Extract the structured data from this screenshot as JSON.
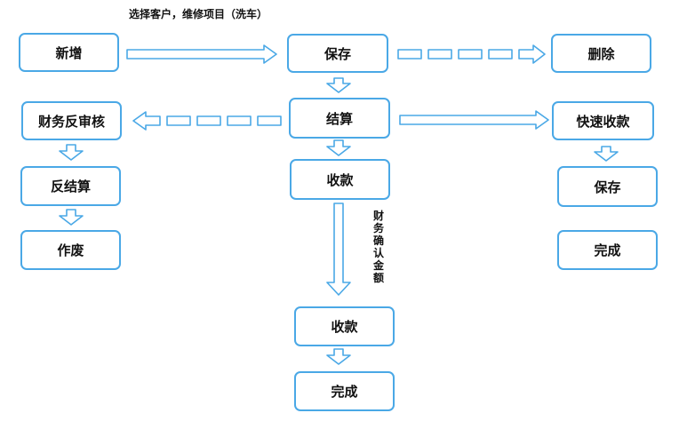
{
  "nodes": {
    "xinzeng": "新增",
    "baocun_top": "保存",
    "shanchu": "删除",
    "caiwu_fanshenhe": "财务反审核",
    "jiesuan": "结算",
    "kuaisu_shoukuan": "快速收款",
    "fan_jiesuan": "反结算",
    "shoukuan_center": "收款",
    "baocun_right": "保存",
    "zuofei": "作废",
    "wancheng_right": "完成",
    "shoukuan_bottom": "收款",
    "wancheng_bottom": "完成"
  },
  "labels": {
    "select_customer": "选择客户，维修项目（洗车）",
    "confirm_amount": "财务确认金额"
  },
  "colors": {
    "border": "#4aa8e6",
    "text": "#111111"
  }
}
